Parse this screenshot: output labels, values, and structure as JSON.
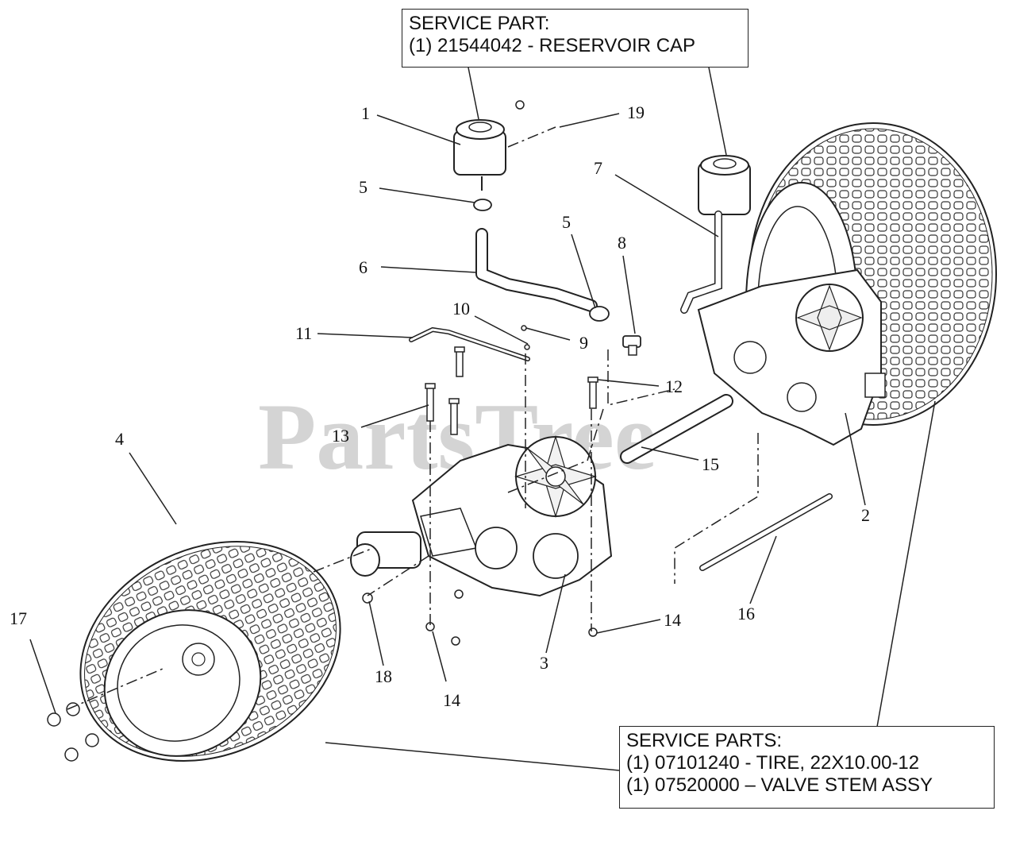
{
  "watermark": "PartsTree",
  "service_box_top": {
    "line1": "SERVICE PART:",
    "line2": "(1) 21544042 - RESERVOIR CAP"
  },
  "service_box_bottom": {
    "line1": "SERVICE PARTS:",
    "line2": "(1) 07101240 - TIRE, 22X10.00-12",
    "line3": "(1) 07520000 – VALVE STEM ASSY"
  },
  "callouts": [
    "1",
    "2",
    "3",
    "4",
    "5",
    "5",
    "6",
    "7",
    "8",
    "9",
    "10",
    "11",
    "12",
    "13",
    "14",
    "14",
    "15",
    "16",
    "17",
    "18",
    "19"
  ]
}
